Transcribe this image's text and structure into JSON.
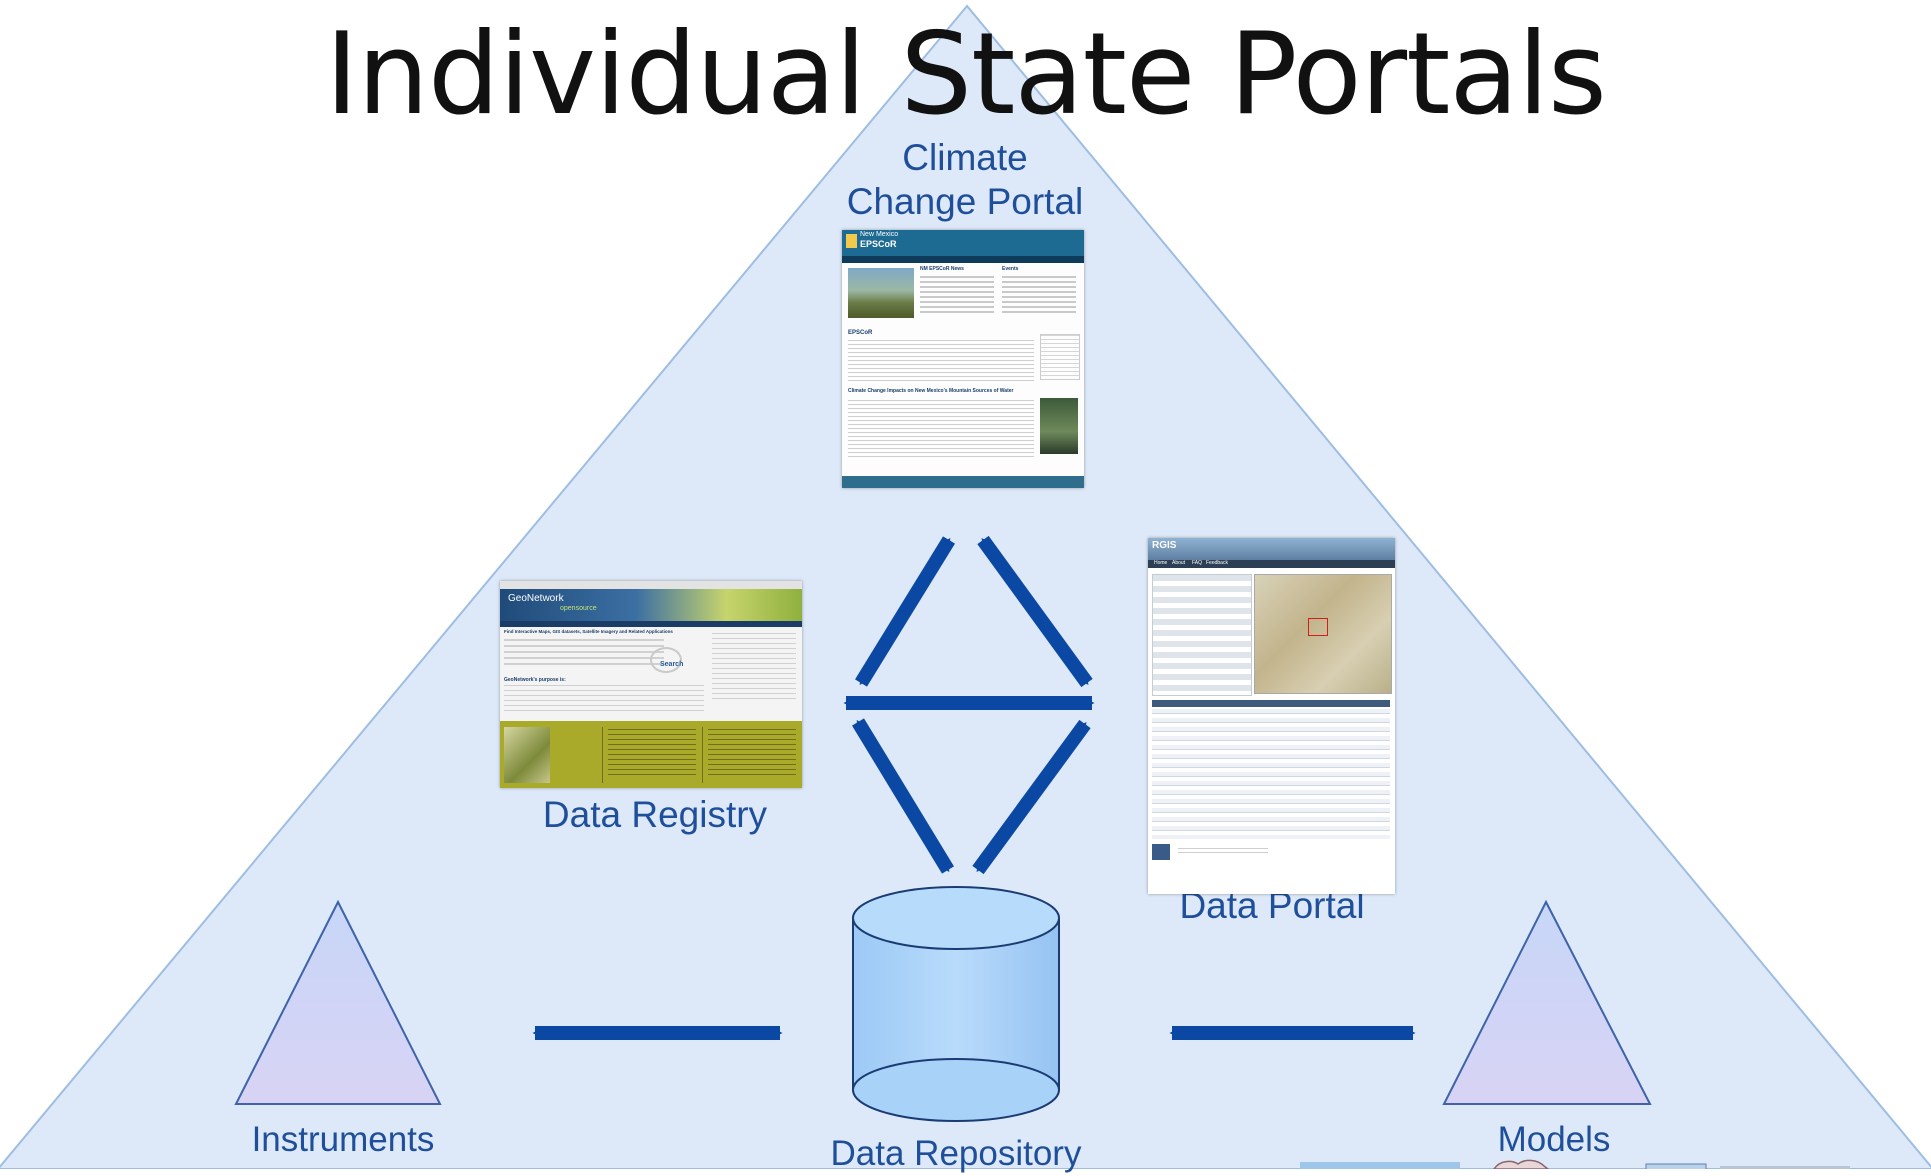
{
  "title": "Individual State Portals",
  "nodes": {
    "climate_portal": "Climate\nChange Portal",
    "data_registry": "Data Registry",
    "data_portal": "Data Portal",
    "instruments": "Instruments",
    "data_repository": "Data Repository",
    "models": "Models"
  },
  "screenshots": {
    "climate": {
      "brand_line1": "New Mexico",
      "brand_line2": "EPSCoR",
      "news_heading": "NM EPSCoR News",
      "events_heading": "Events",
      "section_heading": "EPSCoR",
      "feature_heading": "Climate Change Impacts on New Mexico's Mountain Sources of Water"
    },
    "registry": {
      "brand": "GeoNetwork",
      "brand_sub": "opensource",
      "heading": "Find Interactive Maps, GIS datasets, Satellite Imagery and Related Applications",
      "search_label": "Search",
      "purpose_heading": "GeoNetwork's purpose is:"
    },
    "portal": {
      "brand": "RGIS",
      "nav_items": [
        "Home",
        "About",
        "FAQ",
        "Feedback"
      ]
    }
  },
  "colors": {
    "triangle_fill": "#dde9f8",
    "triangle_stroke": "#9ebde2",
    "arrow": "#0a48a3",
    "label": "#1f4f9a",
    "cylinder_fill": "#a9d2f8",
    "small_triangle_fill": "#cdd3f6"
  },
  "icons": {
    "arrows": "double-headed-arrow-icon",
    "repository": "database-cylinder-icon",
    "instruments": "triangle-icon",
    "models": "triangle-icon"
  }
}
